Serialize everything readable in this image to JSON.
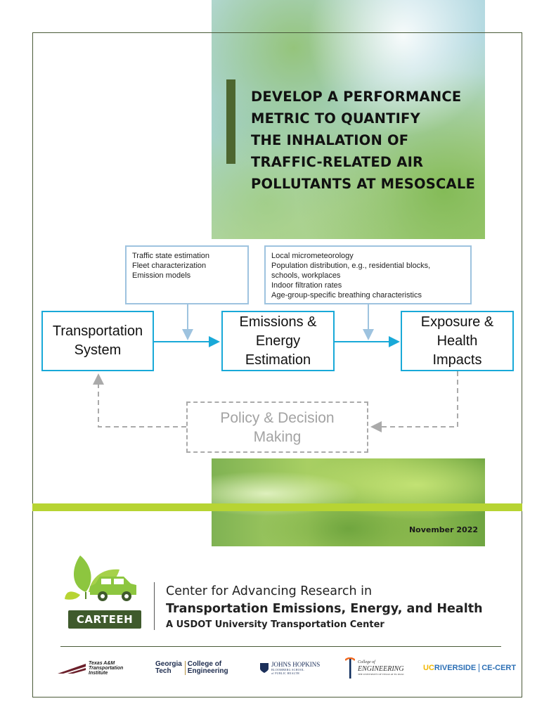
{
  "title_lines": [
    "DEVELOP A PERFORMANCE",
    "METRIC TO QUANTIFY",
    "THE INHALATION OF",
    "TRAFFIC-RELATED AIR",
    "POLLUTANTS AT MESOSCALE"
  ],
  "diagram": {
    "input_box_left": [
      "Traffic state estimation",
      "Fleet characterization",
      "Emission models"
    ],
    "input_box_right": [
      "Local micrometeorology",
      "Population distribution, e.g., residential blocks,",
      "schools, workplaces",
      "Indoor filtration rates",
      "Age-group-specific breathing characteristics"
    ],
    "node_transportation": [
      "Transportation",
      "System"
    ],
    "node_emissions": [
      "Emissions &",
      "Energy",
      "Estimation"
    ],
    "node_exposure": [
      "Exposure &",
      "Health",
      "Impacts"
    ],
    "node_policy": [
      "Policy & Decision",
      "Making"
    ]
  },
  "date": "November 2022",
  "logo_text": "CARTEEH",
  "center": {
    "line1": "Center for Advancing Research in",
    "line2": "Transportation Emissions, Energy, and Health",
    "line3": "A USDOT University Transportation Center"
  },
  "partners": {
    "tti": [
      "Texas A&M",
      "Transportation",
      "Institute"
    ],
    "gt_name": [
      "Georgia",
      "Tech"
    ],
    "gt_college": [
      "College of",
      "Engineering"
    ],
    "jhu": [
      "JOHNS HOPKINS",
      "BLOOMBERG SCHOOL",
      "of PUBLIC HEALTH"
    ],
    "ute": [
      "College of",
      "ENGINEERING",
      "THE UNIVERSITY OF TEXAS AT EL PASO"
    ],
    "ucr": [
      "UC",
      "RIVERSIDE",
      "CE-CERT"
    ]
  },
  "colors": {
    "frame": "#4a5a38",
    "title_bar": "#4d6630",
    "node_border": "#19a9d8",
    "input_border": "#9ec3df",
    "arrow": "#19a9d8",
    "dashed": "#aaaaaa",
    "band": "#b7d433"
  }
}
